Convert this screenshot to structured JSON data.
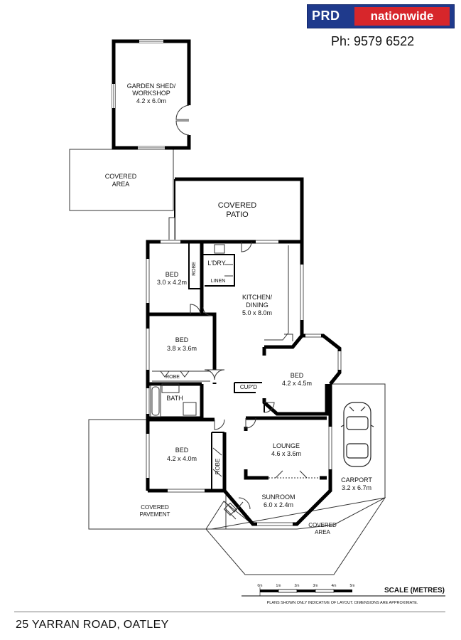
{
  "brand": {
    "logo_left": "PRD",
    "logo_right": "nationwide",
    "phone": "Ph: 9579 6522",
    "colors": {
      "navy": "#1f3a8c",
      "red": "#d7262b"
    }
  },
  "rooms": {
    "garden_shed": {
      "name1": "GARDEN SHED/",
      "name2": "WORKSHOP",
      "size": "4.2 x 6.0m"
    },
    "covered_area_top": {
      "name1": "COVERED",
      "name2": "AREA"
    },
    "covered_patio": {
      "name1": "COVERED",
      "name2": "PATIO"
    },
    "bed1": {
      "name": "BED",
      "size": "3.0 x 4.2m"
    },
    "robe1": {
      "name": "ROBE"
    },
    "laundry": {
      "name": "L'DRY"
    },
    "linen": {
      "name": "LINEN"
    },
    "kitchen": {
      "name1": "KITCHEN/",
      "name2": "DINING",
      "size": "5.0 x 8.0m"
    },
    "bed2": {
      "name": "BED",
      "size": "3.8 x 3.6m"
    },
    "robe2": {
      "name": "ROBE"
    },
    "bath": {
      "name": "BATH"
    },
    "cupd": {
      "name": "CUP'D"
    },
    "bed3": {
      "name": "BED",
      "size": "4.2 x 4.5m"
    },
    "lounge": {
      "name": "LOUNGE",
      "size": "4.6 x 3.6m"
    },
    "bed4": {
      "name": "BED",
      "size": "4.2 x 4.0m"
    },
    "robe3": {
      "name": "ROBE"
    },
    "sunroom": {
      "name": "SUNROOM",
      "size": "6.0 x 2.4m"
    },
    "carport": {
      "name": "CARPORT",
      "size": "3.2 x 6.7m"
    },
    "covered_pavement": {
      "name1": "COVERED",
      "name2": "PAVEMENT"
    },
    "covered_area_bottom": {
      "name1": "COVERED",
      "name2": "AREA"
    }
  },
  "scale": {
    "title": "SCALE (METRES)",
    "ticks": [
      "0m",
      "1m",
      "2m",
      "3m",
      "4m",
      "5m"
    ],
    "disclaimer": "PLANS SHOWN ONLY INDICATIVE OF LAYOUT.  DIMENSIONS ARE APPROXIMATE."
  },
  "address": "25 YARRAN ROAD, OATLEY"
}
